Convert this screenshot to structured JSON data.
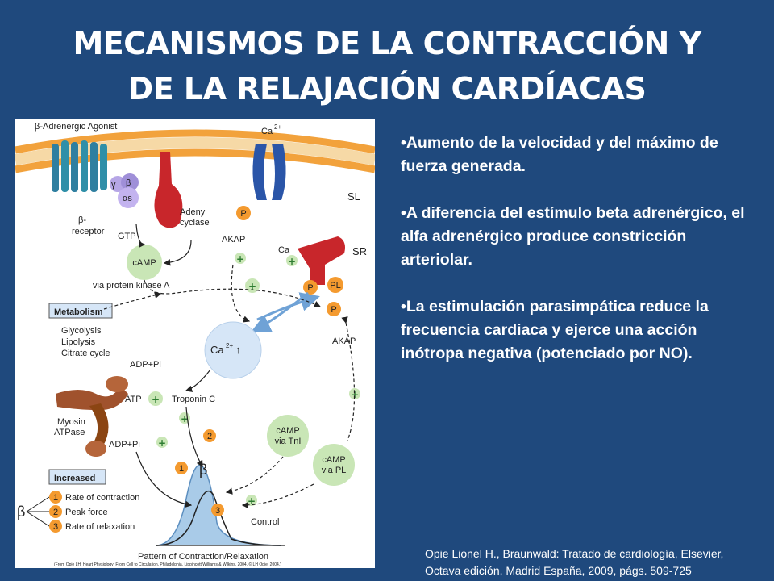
{
  "slide": {
    "title_line1": "MECANISMOS DE LA CONTRACCIÓN Y",
    "title_line2": "DE LA RELAJACIÓN CARDÍACAS",
    "bullets": [
      "•Aumento de la velocidad y del máximo de fuerza generada.",
      "•A diferencia del estímulo beta adrenérgico, el alfa adrenérgico produce constricción arteriolar.",
      "•La estimulación parasimpática reduce la frecuencia cardiaca y ejerce una acción inótropa negativa (potenciado por NO)."
    ],
    "citation_line1": "Opie Lionel H., Braunwald: Tratado de cardiología, Elsevier,",
    "citation_line2": "Octava edición, Madrid España, 2009, págs. 509-725"
  },
  "diagram": {
    "agonist": "β-Adrenergic Agonist",
    "ca_top": "Ca",
    "ca_sup": "2+",
    "sl": "SL",
    "sr": "SR",
    "beta_receptor_1": "β-",
    "beta_receptor_2": "receptor",
    "gamma": "γ",
    "beta_sub": "β",
    "alpha_s": "αs",
    "adenyl_1": "Adenyl",
    "adenyl_2": "cyclase",
    "gtp": "GTP",
    "camp": "cAMP",
    "akap_top": "AKAP",
    "akap_right": "AKAP",
    "ca_sr": "Ca",
    "via_pka": "via protein kinase A",
    "p": "P",
    "pl": "PL",
    "metabolism": "Metabolism",
    "glycolysis": "Glycolysis",
    "lipolysis": "Lipolysis",
    "citrate": "Citrate cycle",
    "ca_center": "Ca",
    "ca_center_sup": "2+",
    "ca_center_arrow": "↑",
    "adp_pi_top": "ADP+Pi",
    "atp": "ATP",
    "troponin": "Troponin C",
    "myosin": "Myosin",
    "atpase": "ATPase",
    "adp_pi_bottom": "ADP+Pi",
    "camp_tni_1": "cAMP",
    "camp_tni_2": "via TnI",
    "camp_pl_1": "cAMP",
    "camp_pl_2": "via PL",
    "increased": "Increased",
    "rate_contraction": "Rate of contraction",
    "peak_force": "Peak force",
    "rate_relaxation": "Rate of relaxation",
    "num1": "1",
    "num2": "2",
    "num3": "3",
    "beta_big": "β",
    "control": "Control",
    "pattern": "Pattern of Contraction/Relaxation",
    "credit": "(From Opie LH: Heart Physiology: From Cell to Circulation. Philadelphia, Lippincott Williams & Wilkins, 2004. © LH Opie, 2004.)",
    "plus": "+"
  },
  "colors": {
    "background": "#1f497d",
    "text": "#ffffff",
    "membrane": "#f2a23c",
    "receptor": "#2f7fa0",
    "adenyl": "#c8262b",
    "channel": "#2a55a8",
    "phospho": "#f49a2f",
    "plus_circle": "#c9e6b6",
    "ca_circle": "#d6e6f7",
    "myosin": "#a0522d",
    "curve": "#a9cbe8"
  }
}
